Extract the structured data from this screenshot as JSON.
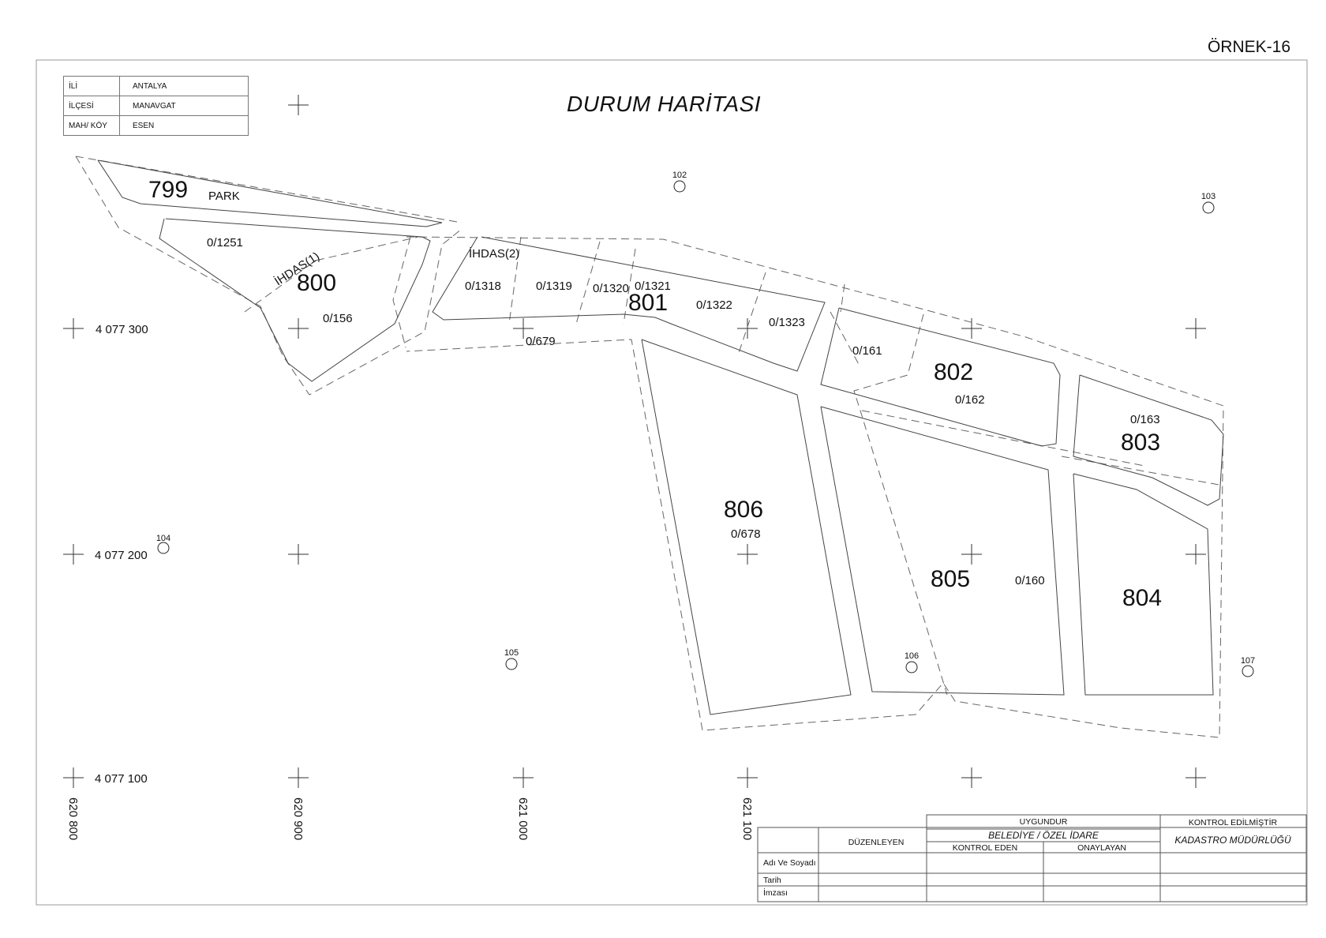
{
  "header": {
    "sample_label": "ÖRNEK-16",
    "title": "DURUM HARİTASI"
  },
  "info_table": [
    {
      "key": "İLİ",
      "value": "ANTALYA"
    },
    {
      "key": "İLÇESİ",
      "value": "MANAVGAT"
    },
    {
      "key": "MAH/ KÖY",
      "value": "ESEN"
    }
  ],
  "parcels": [
    {
      "number": "799",
      "sub": "PARK"
    },
    {
      "number": "800",
      "sub": ""
    },
    {
      "number": "801",
      "sub": ""
    },
    {
      "number": "802",
      "sub": ""
    },
    {
      "number": "803",
      "sub": ""
    },
    {
      "number": "804",
      "sub": ""
    },
    {
      "number": "805",
      "sub": ""
    },
    {
      "number": "806",
      "sub": ""
    }
  ],
  "parcel_labels": [
    "0/1251",
    "0/156",
    "İHDAS(1)",
    "İHDAS(2)",
    "0/1318",
    "0/1319",
    "0/1320",
    "0/1321",
    "0/1322",
    "0/1323",
    "0/679",
    "0/161",
    "0/162",
    "0/163",
    "0/678",
    "0/160"
  ],
  "points": [
    "102",
    "103",
    "104",
    "105",
    "106",
    "107"
  ],
  "coordinates": {
    "northing": [
      "4 077 300",
      "4 077 200",
      "4 077 100"
    ],
    "easting": [
      "620 800",
      "620 900",
      "621 000",
      "621 100"
    ]
  },
  "signature_block": {
    "uygundur": "UYGUNDUR",
    "kontrol_edilmistir": "KONTROL EDİLMİŞTİR",
    "duzenleyen": "DÜZENLEYEN",
    "belediye": "BELEDİYE / ÖZEL İDARE",
    "kadastro": "KADASTRO MÜDÜRLÜĞÜ",
    "kontrol_eden": "KONTROL EDEN",
    "onaylayan": "ONAYLAYAN",
    "rows": [
      "Adı Ve Soyadı",
      "Tarih",
      "İmzası"
    ]
  }
}
